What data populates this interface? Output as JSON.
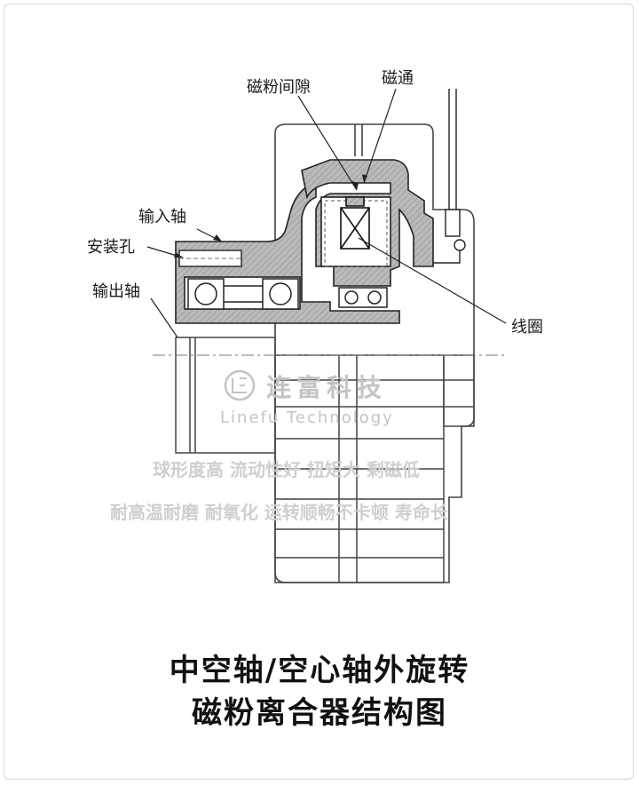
{
  "labels": {
    "powder_gap": "磁粉间隙",
    "flux": "磁通",
    "input_shaft": "输入轴",
    "mount_hole": "安装孔",
    "output_shaft": "输出轴",
    "coil": "线圈"
  },
  "watermark": {
    "company_cn": "连富科技",
    "company_en": "Linefu Technology",
    "slogan_1": "球形度高 流动性好 扭矩大 剩磁低",
    "slogan_2": "耐高温耐磨 耐氧化 运转顺畅不卡顿 寿命长"
  },
  "title": {
    "line1": "中空轴/空心轴外旋转",
    "line2": "磁粉离合器结构图"
  }
}
